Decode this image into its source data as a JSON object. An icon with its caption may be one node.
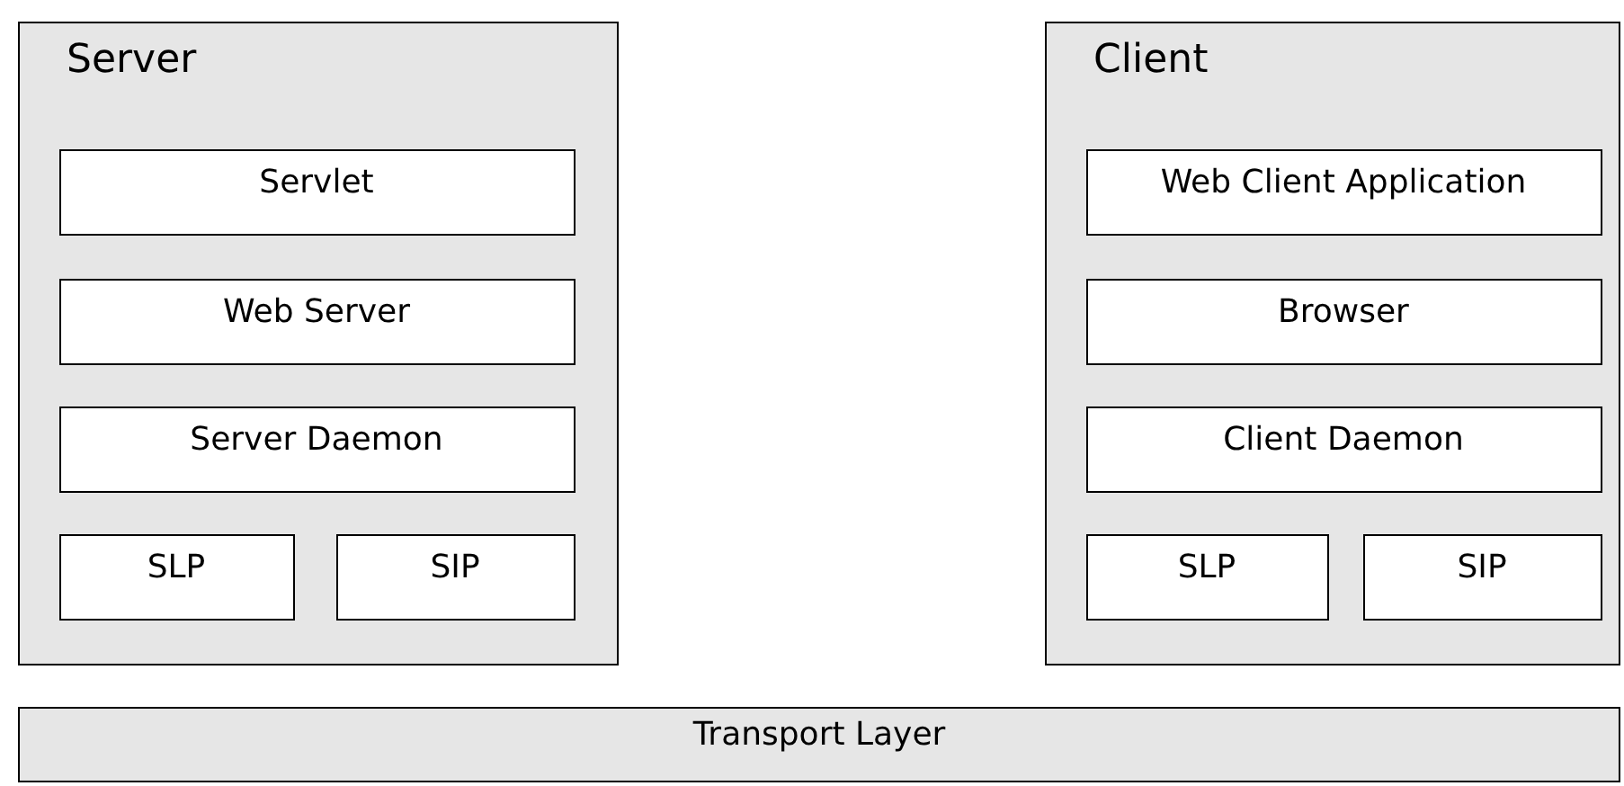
{
  "diagram": {
    "nodes": [
      {
        "text": [
          "Server"
        ]
      },
      {
        "text": [
          "Servlet"
        ],
        "in": 0
      },
      {
        "text": [
          "Web Server"
        ],
        "in": 0
      },
      {
        "text": [
          "Server Daemon"
        ],
        "in": 0
      },
      {
        "text": [
          "SLP"
        ],
        "in": 0
      },
      {
        "text": [
          "SIP"
        ],
        "in": 0
      },
      {
        "text": [
          "Client"
        ]
      },
      {
        "text": [
          "Web Client Application"
        ],
        "in": 6
      },
      {
        "text": [
          "Browser"
        ],
        "in": 6
      },
      {
        "text": [
          "Client Daemon"
        ],
        "in": 6
      },
      {
        "text": [
          "SLP"
        ],
        "in": 6
      },
      {
        "text": [
          "SIP"
        ],
        "in": 6
      },
      {
        "text": [
          "Transport Layer"
        ]
      }
    ]
  }
}
